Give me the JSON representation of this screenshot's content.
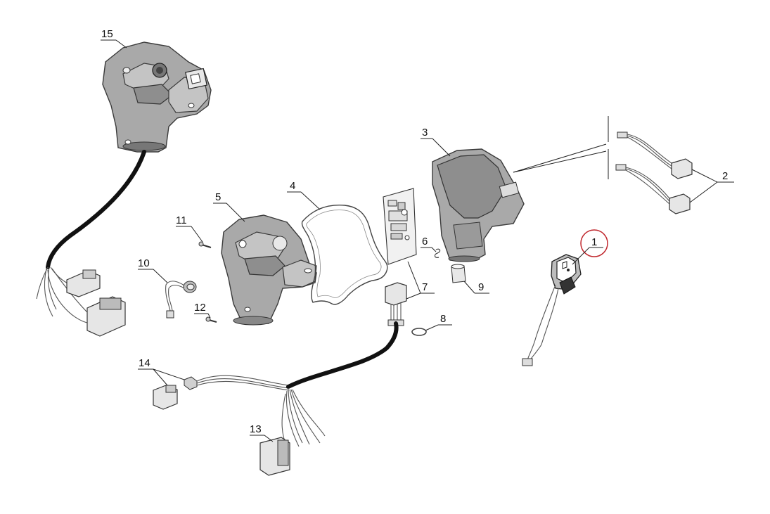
{
  "diagram": {
    "accent_color": "#c0272d",
    "highlighted_part": "1",
    "callouts": [
      {
        "id": "c1",
        "label": "1"
      },
      {
        "id": "c2",
        "label": "2"
      },
      {
        "id": "c3",
        "label": "3"
      },
      {
        "id": "c4",
        "label": "4"
      },
      {
        "id": "c5",
        "label": "5"
      },
      {
        "id": "c6",
        "label": "6"
      },
      {
        "id": "c7",
        "label": "7"
      },
      {
        "id": "c8",
        "label": "8"
      },
      {
        "id": "c9",
        "label": "9"
      },
      {
        "id": "c10",
        "label": "10"
      },
      {
        "id": "c11",
        "label": "11"
      },
      {
        "id": "c12",
        "label": "12"
      },
      {
        "id": "c13",
        "label": "13"
      },
      {
        "id": "c14",
        "label": "14"
      },
      {
        "id": "c15",
        "label": "15"
      }
    ]
  }
}
